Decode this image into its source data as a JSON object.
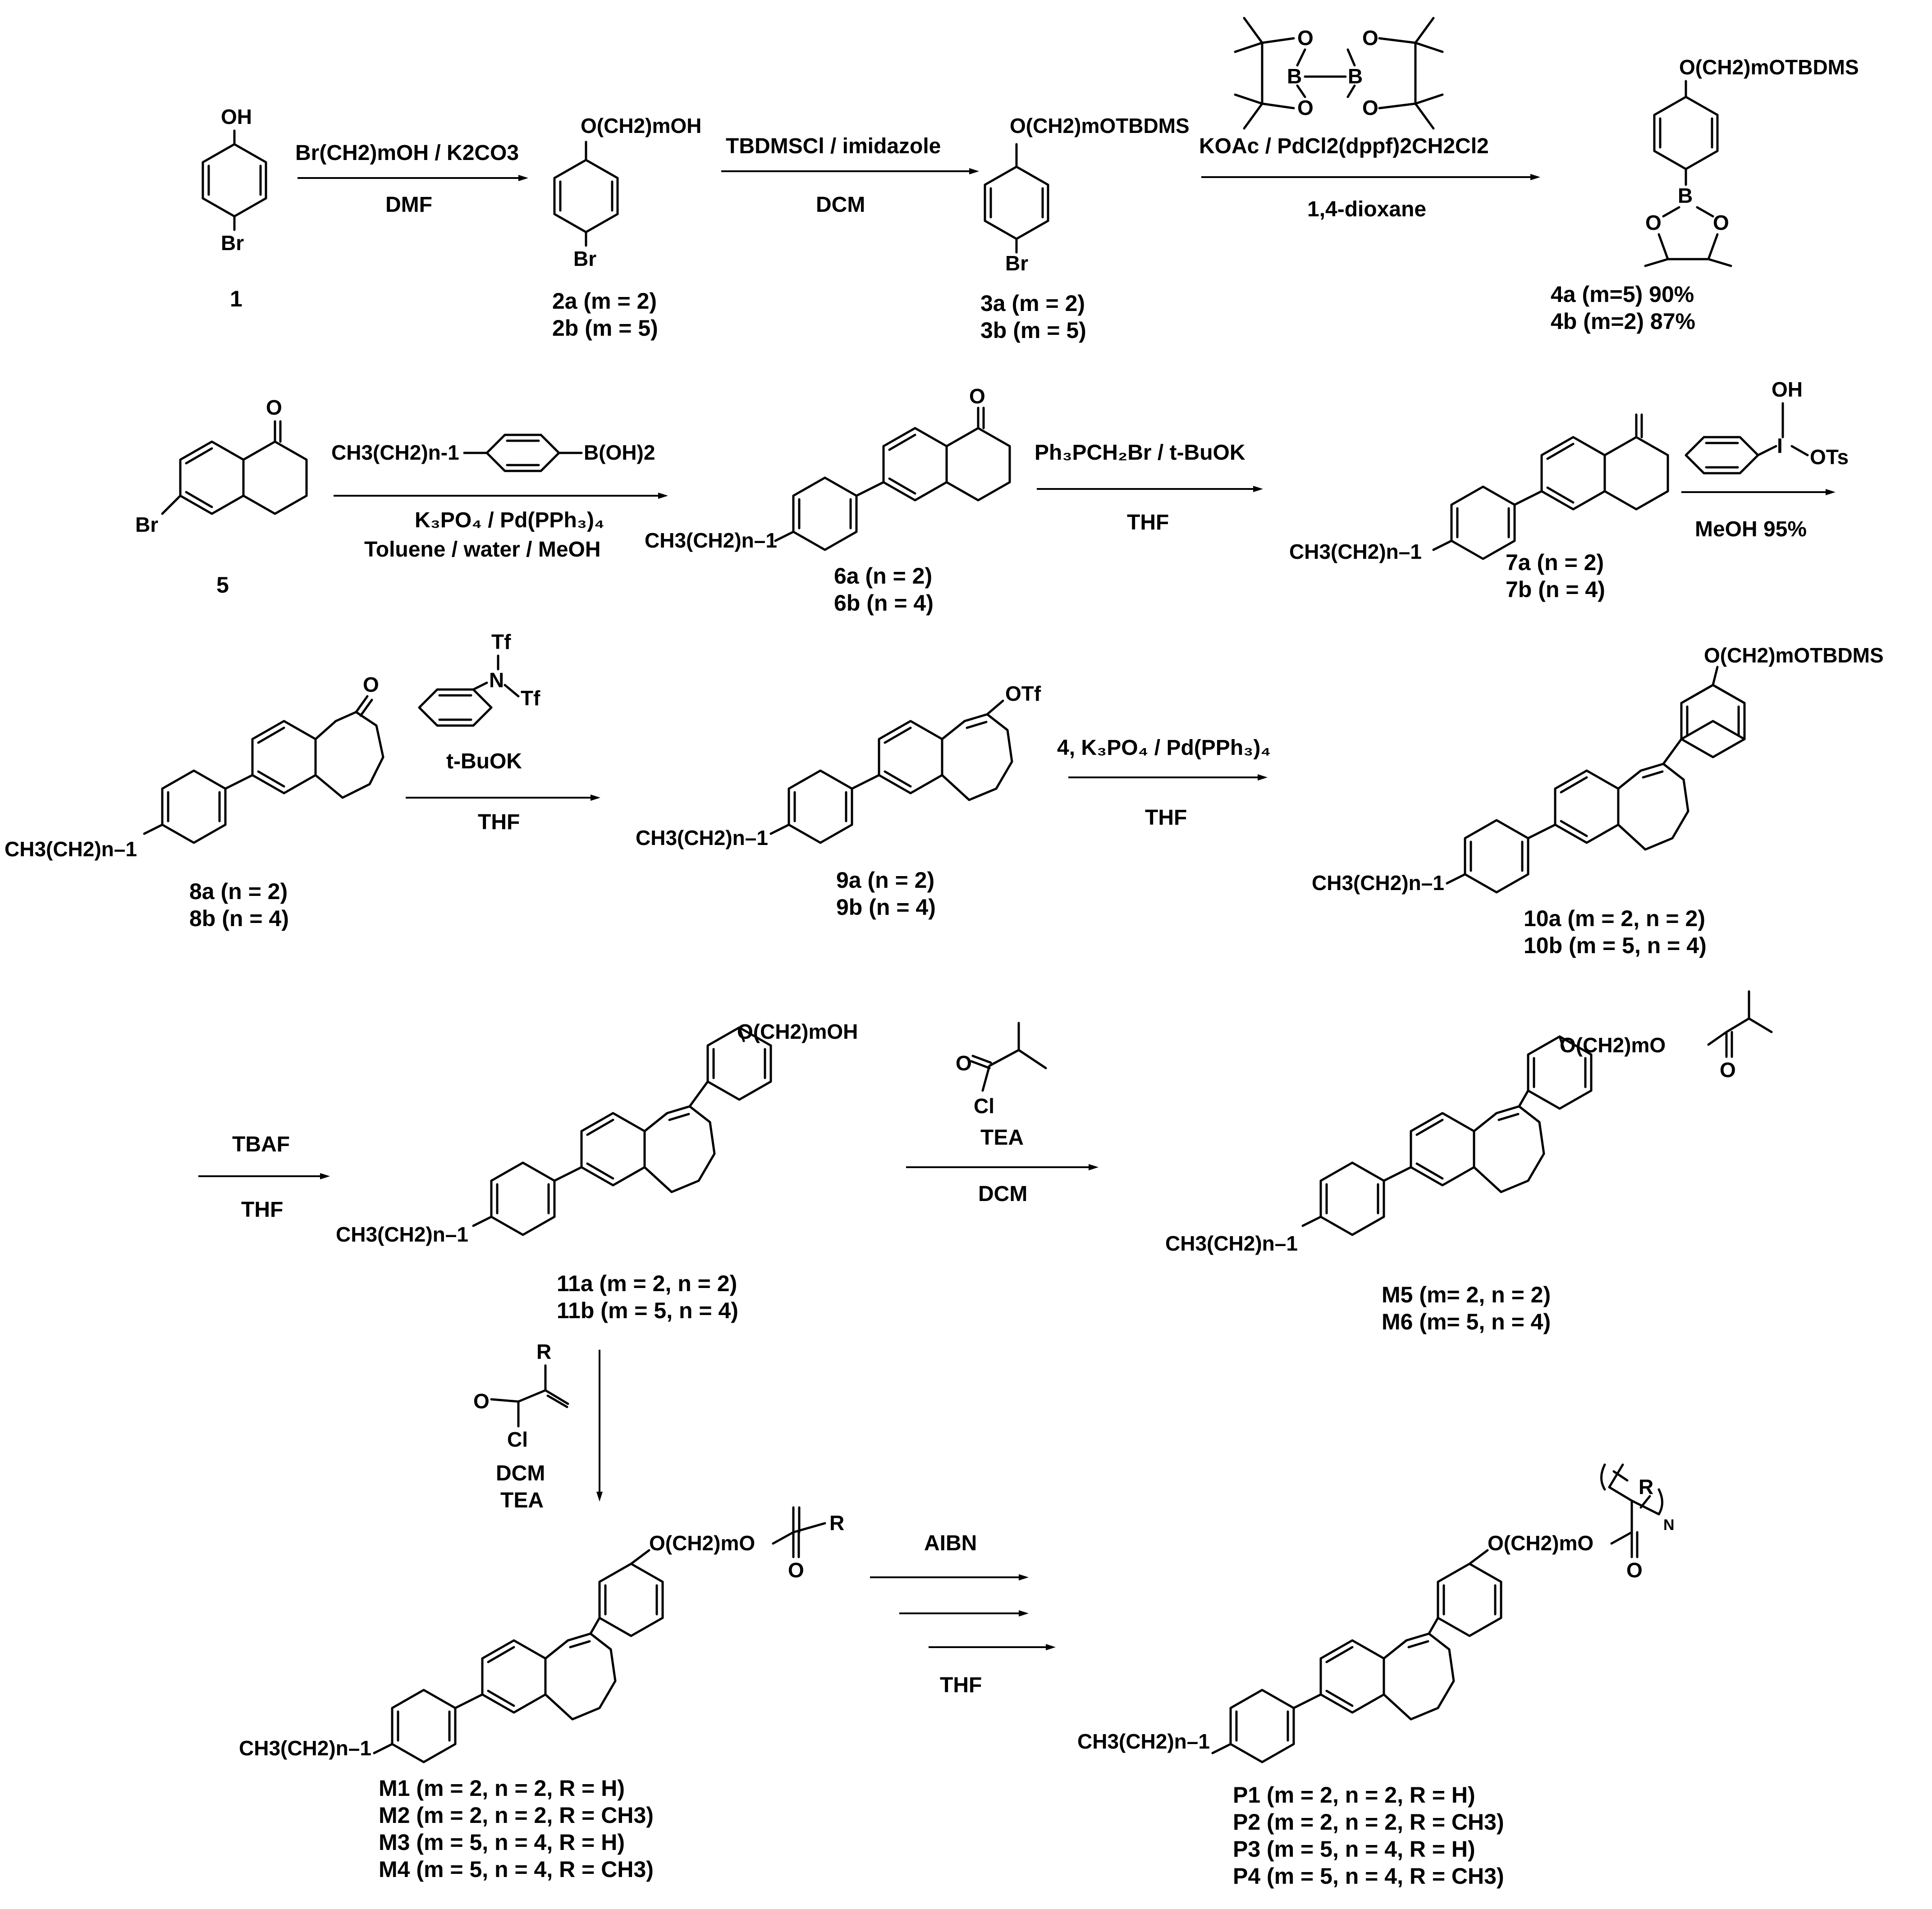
{
  "compounds": [
    {
      "label": "1"
    },
    {
      "lines": [
        "2a (m = 2)",
        "2b (m = 5)"
      ]
    },
    {
      "lines": [
        "3a (m = 2)",
        "3b (m = 5)"
      ]
    },
    {
      "lines": [
        "4a (m=5) 90%",
        "4b (m=2) 87%"
      ]
    },
    {
      "label": "5"
    },
    {
      "lines": [
        "6a (n = 2)",
        "6b (n = 4)"
      ]
    },
    {
      "lines": [
        "7a (n = 2)",
        "7b (n = 4)"
      ]
    },
    {
      "lines": [
        "8a (n = 2)",
        "8b (n = 4)"
      ]
    },
    {
      "lines": [
        "9a (n = 2)",
        "9b (n = 4)"
      ]
    },
    {
      "lines": [
        "10a (m = 2, n = 2)",
        "10b (m = 5, n = 4)"
      ]
    },
    {
      "lines": [
        "11a (m = 2, n = 2)",
        "11b (m = 5, n = 4)"
      ]
    },
    {
      "lines": [
        "M5 (m= 2, n = 2)",
        "M6 (m= 5, n = 4)"
      ]
    },
    {
      "lines": [
        "M1 (m =  2, n =  2, R = H)",
        "M2 (m =  2, n =  2, R = CH3)",
        "M3 (m =  5, n =  4, R = H)",
        "M4 (m =  5, n =  4, R = CH3)"
      ]
    },
    {
      "lines": [
        "P1 (m =  2, n =  2, R = H)",
        "P2 (m =  2, n =  2, R = CH3)",
        "P3 (m =  5, n =  4, R = H)",
        "P4 (m =  5, n =  4, R = CH3)"
      ]
    }
  ],
  "reagents": {
    "r1_top": "Br(CH2)mOH / K2CO3",
    "r1_bottom": "DMF",
    "r2_top": "TBDMSCl / imidazole",
    "r2_bottom": "DCM",
    "r3_top": "KOAc /  PdCl2(dppf)2CH2Cl2",
    "r3_bottom": "1,4-dioxane",
    "r4_top": "CH3(CH2)n-1",
    "r4_boron": "B(OH)2",
    "r4_mid": "K₃PO₄ / Pd(PPh₃)₄",
    "r4_bottom": "Toluene / water / MeOH",
    "r5_top": "Ph₃PCH₂Br / t-BuOK",
    "r5_bottom": "THF",
    "r6_bottom": "MeOH  95%",
    "r7_base": "t-BuOK",
    "r7_bottom": "THF",
    "r8_top": "4, K₃PO₄ / Pd(PPh₃)₄",
    "r8_bottom": "THF",
    "r9_top": "TBAF",
    "r9_bottom": "THF",
    "r10_base": "TEA",
    "r10_bottom": "DCM",
    "r11_solvent": "DCM",
    "r11_base": "TEA",
    "r12_top": "AIBN",
    "r12_bottom": "THF"
  },
  "substituents": {
    "oh": "OH",
    "br": "Br",
    "o_ch2_oh": "O(CH2)mOH",
    "o_ch2_otbdms": "O(CH2)mOTBDMS",
    "o_ch2_o": "O(CH2)mO",
    "alkyl": "CH3(CH2)n–1",
    "ketone_o": "O",
    "otf": "OTf",
    "tf": "Tf",
    "n_atom": "N",
    "b_atom": "B",
    "i_atom": "I",
    "ots": "OTs",
    "cl": "Cl",
    "r": "R",
    "o_atom": "O",
    "n_repeat": "N"
  }
}
